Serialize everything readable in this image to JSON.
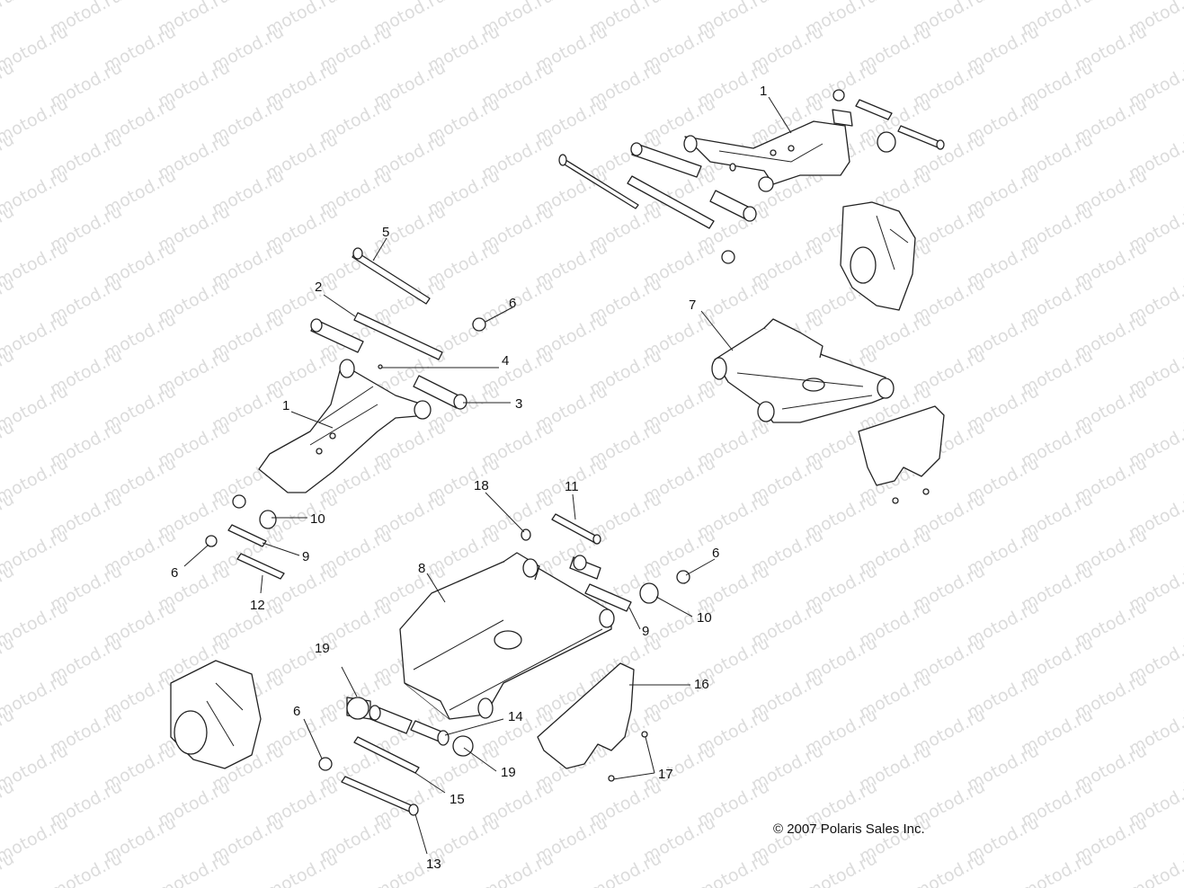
{
  "copyright": "© 2007 Polaris Sales Inc.",
  "watermark": "motod.ru",
  "callouts": [
    {
      "id": "c1-top",
      "label": "1"
    },
    {
      "id": "c1-left",
      "label": "1"
    },
    {
      "id": "c2",
      "label": "2"
    },
    {
      "id": "c3",
      "label": "3"
    },
    {
      "id": "c4",
      "label": "4"
    },
    {
      "id": "c5",
      "label": "5"
    },
    {
      "id": "c6-a",
      "label": "6"
    },
    {
      "id": "c6-b",
      "label": "6"
    },
    {
      "id": "c6-c",
      "label": "6"
    },
    {
      "id": "c6-d",
      "label": "6"
    },
    {
      "id": "c7",
      "label": "7"
    },
    {
      "id": "c8",
      "label": "8"
    },
    {
      "id": "c9-a",
      "label": "9"
    },
    {
      "id": "c9-b",
      "label": "9"
    },
    {
      "id": "c10-a",
      "label": "10"
    },
    {
      "id": "c10-b",
      "label": "10"
    },
    {
      "id": "c11",
      "label": "11"
    },
    {
      "id": "c12",
      "label": "12"
    },
    {
      "id": "c13",
      "label": "13"
    },
    {
      "id": "c14",
      "label": "14"
    },
    {
      "id": "c15",
      "label": "15"
    },
    {
      "id": "c16",
      "label": "16"
    },
    {
      "id": "c17",
      "label": "17"
    },
    {
      "id": "c18",
      "label": "18"
    },
    {
      "id": "c19-a",
      "label": "19"
    },
    {
      "id": "c19-b",
      "label": "19"
    }
  ]
}
